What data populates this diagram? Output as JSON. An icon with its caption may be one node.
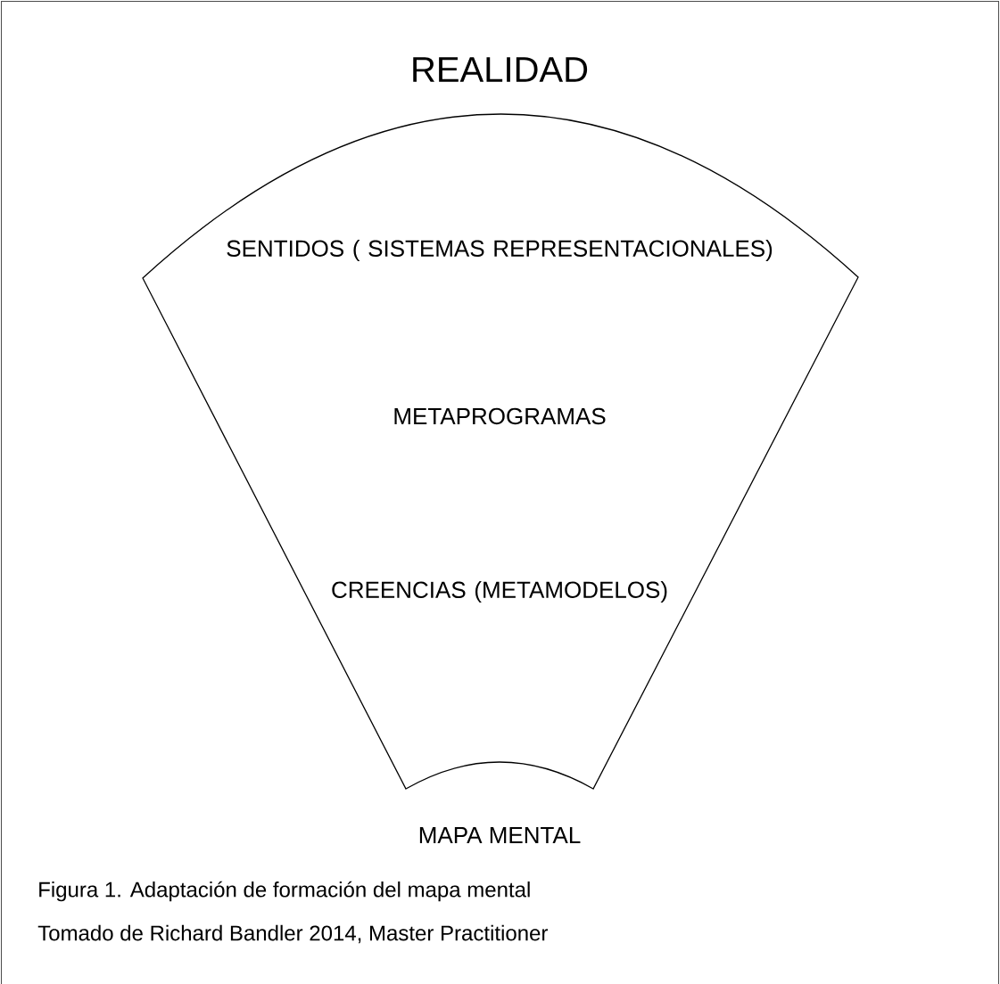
{
  "diagram": {
    "title": "REALIDAD",
    "caption": "Figura 1. Adaptación de formación del mapa mental",
    "nodes": [
      {
        "text": [
          "SENTIDOS ( SISTEMAS REPRESENTACIONALES)",
          "METAPROGRAMAS",
          "CREENCIAS (METAMODELOS)"
        ],
        "beside": [
          "MAPA MENTAL"
        ]
      }
    ],
    "labels": [
      "Tomado de Richard Bandler 2014, Master Practitioner"
    ]
  }
}
